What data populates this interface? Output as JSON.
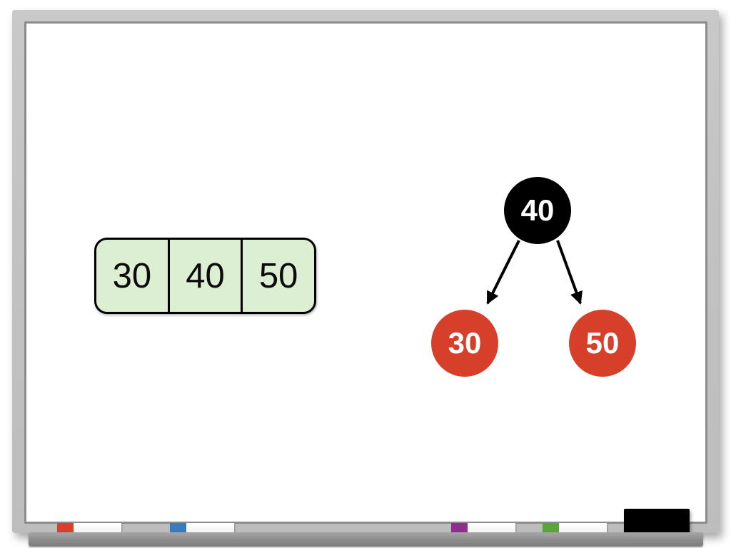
{
  "board": {
    "array_box": {
      "cells": [
        "30",
        "40",
        "50"
      ],
      "fill_color": "#ddefd3",
      "border_color": "#000000",
      "text_color": "#0b0b0b"
    },
    "tree": {
      "root": {
        "label": "40",
        "fill_color": "#000000",
        "text_color": "#ffffff"
      },
      "children": [
        {
          "label": "30",
          "fill_color": "#d6402b",
          "text_color": "#ffffff"
        },
        {
          "label": "50",
          "fill_color": "#d6402b",
          "text_color": "#ffffff"
        }
      ],
      "edge_color": "#000000"
    }
  },
  "whiteboard": {
    "frame_color": "#c2c2c2",
    "bezel_color": "#8c8c8c",
    "surface_color": "#ffffff",
    "tray_color": "#8b8b8b",
    "markers": [
      {
        "name": "red-marker",
        "cap_color": "#d8402c",
        "body_color": "#ffffff"
      },
      {
        "name": "blue-marker",
        "cap_color": "#3a7abf",
        "body_color": "#ffffff"
      },
      {
        "name": "purple-marker",
        "cap_color": "#8e2f8e",
        "body_color": "#ffffff"
      },
      {
        "name": "green-marker",
        "cap_color": "#57a637",
        "body_color": "#ffffff"
      }
    ],
    "eraser_color": "#000000"
  }
}
